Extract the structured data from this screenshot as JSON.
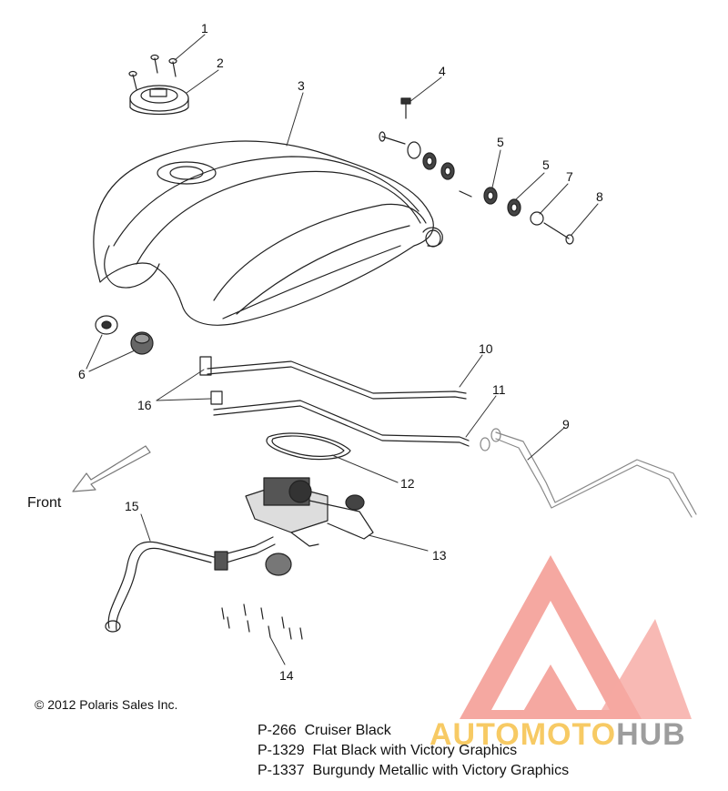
{
  "callouts": [
    "1",
    "2",
    "3",
    "4",
    "5",
    "5",
    "6",
    "7",
    "8",
    "9",
    "10",
    "11",
    "12",
    "13",
    "14",
    "15",
    "16"
  ],
  "front_label": "Front",
  "copyright": "© 2012 Polaris Sales Inc.",
  "legend": [
    {
      "code": "P-266",
      "desc": "Cruiser Black"
    },
    {
      "code": "P-1329",
      "desc": "Flat Black with Victory Graphics"
    },
    {
      "code": "P-1337",
      "desc": "Burgundy Metallic with Victory Graphics"
    }
  ],
  "watermark": {
    "part1": "AUTOMOTO",
    "part2": "HUB",
    "color_triangle": "#f28b82",
    "color_text1": "#f6c14a",
    "color_text2": "#8d8d8d"
  }
}
